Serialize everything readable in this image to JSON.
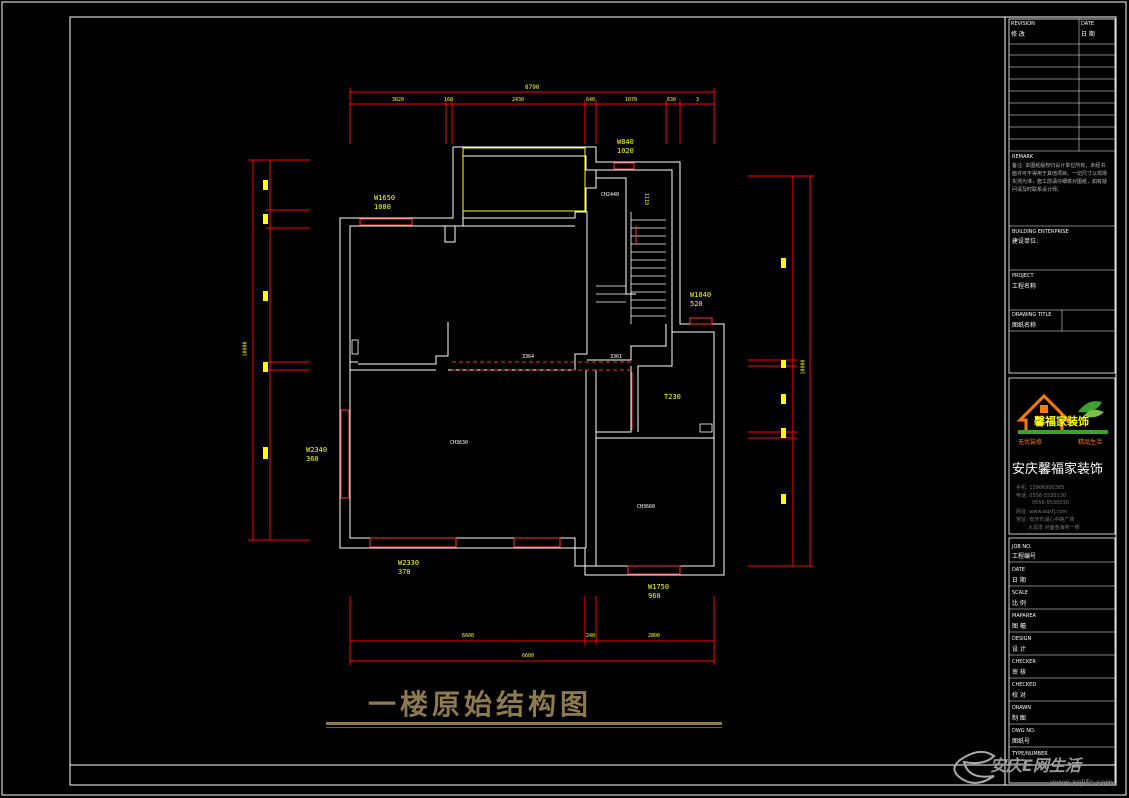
{
  "plan": {
    "title": "一楼原始结构图",
    "top_total": "8790",
    "top_segments": [
      "3020",
      "160",
      "2430",
      "640",
      "1070",
      "630",
      "3"
    ],
    "bottom_total": "6600",
    "bottom_segments": [
      "6600",
      "240",
      "2800"
    ],
    "left_total": "10800",
    "right_total": "10800",
    "openings": [
      {
        "text1": "1650",
        "text2": "1080"
      },
      {
        "text1": "840",
        "text2": "1020"
      },
      {
        "text1": "1840",
        "text2": "520"
      },
      {
        "text1": "2340",
        "text2": "360"
      },
      {
        "text1": "2330",
        "text2": "370"
      },
      {
        "text1": "1750",
        "text2": "960"
      }
    ],
    "room_labels": [
      "CH2440",
      "CH3630",
      "CH3660",
      "230",
      "3364",
      "3361",
      "1119"
    ]
  },
  "title_block": {
    "revision": "REVISION",
    "revision_cn": "修 改",
    "date": "DATE",
    "date_cn": "日 期",
    "remark": "REMARK",
    "remark_cn": "备注:",
    "remark_text": "本图纸版权归设计单位所有，未经书面许可不得用于其他项目。一切尺寸以现场实测为准，施工前请仔细核对图纸，如有疑问请及时联系设计师。",
    "building_enterprise": "BUILDING ENTERPRISE",
    "building_enterprise_cn": "建设单位:",
    "project": "PROJECT",
    "project_cn": "工程名称",
    "drawing_title": "DRAWING TITLE",
    "drawing_title_cn": "图纸名称",
    "logo_text": "馨福家装饰",
    "logo_sub_left": "无忧装修",
    "logo_sub_right": "精品生活",
    "company": "安庆馨福家装饰",
    "contacts": [
      "手机: 13966900385",
      "电话: 0556-5530130",
      "0556-5530030",
      "网址: www.aqxfj.com",
      "地址: 安庆市湖心中路广场",
      "大润发 对面金海苑一楼"
    ],
    "job_no": "JOB NO.",
    "job_no_cn": "工程编号",
    "date2": "DATE",
    "date2_cn": "日 期",
    "scale": "SCALE",
    "scale_cn": "比 例",
    "mapasea": "MAPAREA",
    "mapasea_cn": "图 幅",
    "design": "DESIGN",
    "design_cn": "设 计",
    "checker": "CHECKER",
    "checker_cn": "审 核",
    "checked": "CHECKED",
    "checked_cn": "校 对",
    "drawn": "DRAWN",
    "drawn_cn": "制 图",
    "dwg_no": "DWG NO.",
    "dwg_no_cn": "图纸号",
    "type_number": "TYPE/NUMBER"
  },
  "watermark": {
    "text": "安庆E网生活",
    "url": "www.aqlife.com"
  },
  "colors": {
    "wall": "#ffffff",
    "dimension": "#ff0000",
    "text": "#ffff00",
    "window": "#ff3333",
    "title": "#8d7a4f",
    "background": "#000000"
  }
}
